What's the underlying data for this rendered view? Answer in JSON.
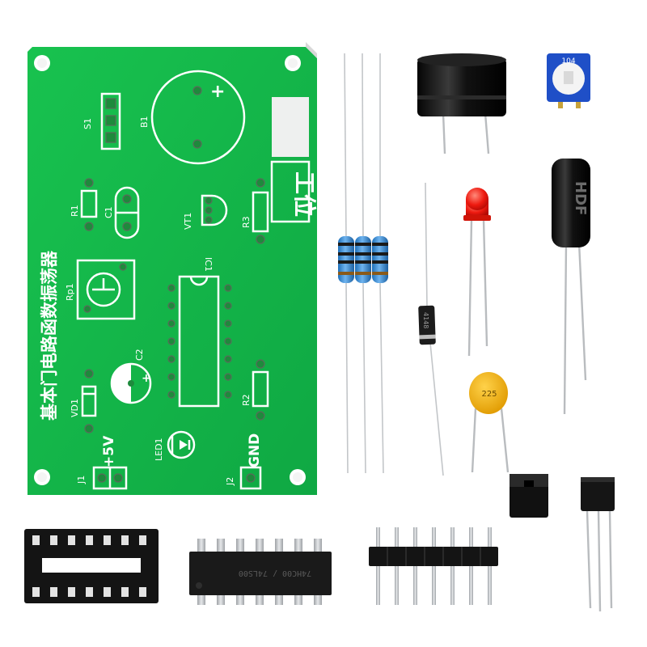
{
  "pcb": {
    "title_vertical": "基本门电路函数振荡器",
    "label_title_box": "工位",
    "ref_labels": {
      "s1": "S1",
      "b1": "B1",
      "r1": "R1",
      "c1": "C1",
      "vt1": "VT1",
      "r3": "R3",
      "ic1": "IC1",
      "rp1": "Rp1",
      "c2": "C2",
      "vd1": "VD1",
      "r2": "R2",
      "led1": "LED1",
      "j1": "J1",
      "j2": "J2"
    },
    "power_label": "+5V",
    "ground_label": "GND",
    "plus_sign": "+",
    "colors": {
      "board": "#12b84a",
      "silkscreen": "#ffffff",
      "pad": "#1e8a3c"
    }
  },
  "components": {
    "trimmer_pot_marking": "104",
    "electrolytic_cap_marking": "HDF",
    "ceramic_cap_marking": "225",
    "diode_marking": "4148",
    "ic_marking": "74HC00 / 74LS00"
  }
}
